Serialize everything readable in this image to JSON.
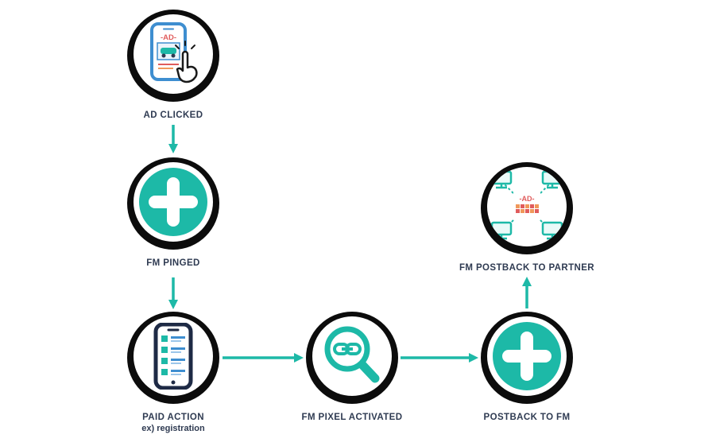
{
  "diagram": {
    "background_color": "#ffffff",
    "accent_color": "#1db9a7",
    "text_color": "#2f3b52",
    "circle_color": "#0c0c0c",
    "nodes": [
      {
        "id": "ad-clicked",
        "label": "AD CLICKED",
        "icon": "phone-ad-click-icon",
        "icon_text": "-AD-"
      },
      {
        "id": "fm-pinged",
        "label": "FM PINGED",
        "icon": "plus-icon"
      },
      {
        "id": "paid-action",
        "label": "PAID ACTION",
        "sublabel": "ex) registration",
        "icon": "phone-registration-icon"
      },
      {
        "id": "fm-pixel-activated",
        "label": "FM PIXEL ACTIVATED",
        "icon": "magnifier-link-icon"
      },
      {
        "id": "postback-to-fm",
        "label": "POSTBACK TO FM",
        "icon": "plus-icon"
      },
      {
        "id": "fm-postback-to-partner",
        "label": "FM POSTBACK TO PARTNER",
        "icon": "network-ad-icon",
        "icon_text": "-AD-"
      }
    ],
    "connectors": [
      {
        "from": "ad-clicked",
        "to": "fm-pinged",
        "direction": "down"
      },
      {
        "from": "fm-pinged",
        "to": "paid-action",
        "direction": "down"
      },
      {
        "from": "paid-action",
        "to": "fm-pixel-activated",
        "direction": "right"
      },
      {
        "from": "fm-pixel-activated",
        "to": "postback-to-fm",
        "direction": "right"
      },
      {
        "from": "postback-to-fm",
        "to": "fm-postback-to-partner",
        "direction": "up"
      }
    ]
  }
}
